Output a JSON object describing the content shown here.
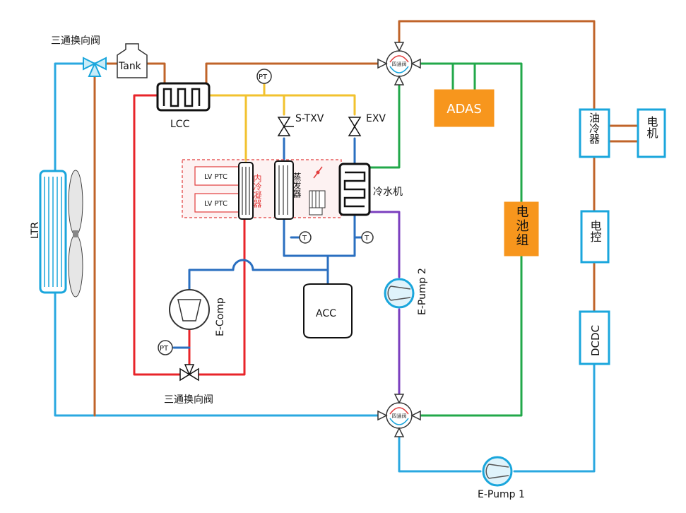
{
  "labels": {
    "valve_top": "三通换向阀",
    "valve_bottom": "三通换向阀",
    "tank": "Tank",
    "lcc": "LCC",
    "pt_top": "PT",
    "pt_left": "PT",
    "stxv": "S-TXV",
    "exv": "EXV",
    "ltr": "LTR",
    "lv_ptc_1": "LV PTC",
    "lv_ptc_2": "LV PTC",
    "inner_condenser": "内冷凝器",
    "evaporator": "蒸发器",
    "chiller": "冷水机",
    "adas": "ADAS",
    "battery_pack": "电池组",
    "oil_cooler": "油冷器",
    "motor": "电机",
    "controller": "电控",
    "dcdc": "DCDC",
    "ecomp": "E-Comp",
    "acc": "ACC",
    "epump1": "E-Pump 1",
    "epump2": "E-Pump 2",
    "four_way_top": "四通阀",
    "four_way_bottom": "四通阀",
    "temp_sensor": "T"
  },
  "colors": {
    "coolant_blue": "#2aa8e0",
    "coolant_brown": "#c0642a",
    "coolant_green": "#22a84a",
    "refrigerant_yellow": "#f2c22e",
    "refrigerant_red": "#e8242a",
    "refrigerant_dark_blue": "#2a6fc0",
    "coolant_purple": "#7b3fbf",
    "component_orange": "#f7961d"
  }
}
